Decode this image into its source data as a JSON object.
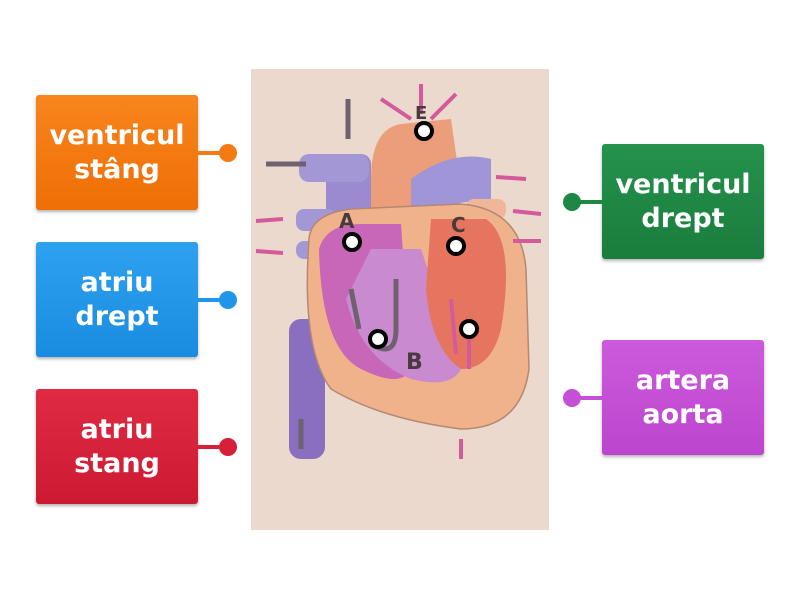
{
  "labels": [
    {
      "text": "ventricul stâng",
      "color": "#f47a12",
      "side": "left"
    },
    {
      "text": "atriu drept",
      "color": "#2196e8",
      "side": "left"
    },
    {
      "text": "atriu stang",
      "color": "#d6203a",
      "side": "left"
    },
    {
      "text": "ventricul drept",
      "color": "#1e8744",
      "side": "right"
    },
    {
      "text": "artera aorta",
      "color": "#c54fd6",
      "side": "right"
    }
  ],
  "diagram": {
    "letters": {
      "a": "A",
      "b": "B",
      "c": "C",
      "e": "E"
    }
  }
}
